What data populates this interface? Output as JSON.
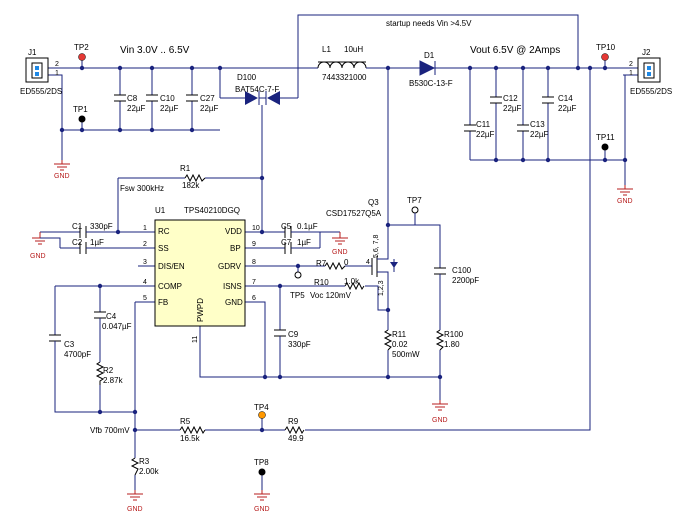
{
  "nets": {
    "vin_label": "Vin 3.0V .. 6.5V",
    "vout_label": "Vout 6.5V @ 2Amps",
    "startup_note": "startup needs Vin >4.5V",
    "fsw_label": "Fsw 300kHz",
    "vfb_label": "Vfb 700mV",
    "voc_label": "Voc 120mV"
  },
  "connectors": {
    "j1": {
      "ref": "J1",
      "part": "ED555/2DS",
      "pin1": "1",
      "pin2": "2"
    },
    "j2": {
      "ref": "J2",
      "part": "ED555/2DS",
      "pin1": "1",
      "pin2": "2"
    }
  },
  "testpoints": {
    "tp1": "TP1",
    "tp2": "TP2",
    "tp4": "TP4",
    "tp5": "TP5",
    "tp7": "TP7",
    "tp8": "TP8",
    "tp10": "TP10",
    "tp11": "TP11"
  },
  "inductor": {
    "ref": "L1",
    "value": "10uH",
    "part": "7443321000"
  },
  "diodes": {
    "d1": {
      "ref": "D1",
      "part": "B530C-13-F"
    },
    "d100": {
      "ref": "D100",
      "part": "BAT54C-7-F"
    }
  },
  "mosfet": {
    "ref": "Q3",
    "part": "CSD17527Q5A",
    "pins_drain": "5,6,\n7,8",
    "pin_gate": "4",
    "pins_source": "1,2,3"
  },
  "ic": {
    "ref": "U1",
    "part": "TPS40210DGQ",
    "pins_left": [
      {
        "num": "1",
        "name": "RC"
      },
      {
        "num": "2",
        "name": "SS"
      },
      {
        "num": "3",
        "name": "DIS/EN"
      },
      {
        "num": "4",
        "name": "COMP"
      },
      {
        "num": "5",
        "name": "FB"
      }
    ],
    "pins_right": [
      {
        "num": "10",
        "name": "VDD"
      },
      {
        "num": "9",
        "name": "BP"
      },
      {
        "num": "8",
        "name": "GDRV"
      },
      {
        "num": "7",
        "name": "ISNS"
      },
      {
        "num": "6",
        "name": "GND"
      }
    ],
    "pin_bottom": {
      "num": "11",
      "name": "PWPD"
    }
  },
  "capacitors": {
    "c1": {
      "ref": "C1",
      "value": "330pF"
    },
    "c2": {
      "ref": "C2",
      "value": "1µF"
    },
    "c3": {
      "ref": "C3",
      "value": "4700pF"
    },
    "c4": {
      "ref": "C4",
      "value": "0.047µF"
    },
    "c5": {
      "ref": "C5",
      "value": "0.1µF"
    },
    "c7": {
      "ref": "C7",
      "value": "1µF"
    },
    "c8": {
      "ref": "C8",
      "value": "22µF"
    },
    "c9": {
      "ref": "C9",
      "value": "330pF"
    },
    "c10": {
      "ref": "C10",
      "value": "22µF"
    },
    "c11": {
      "ref": "C11",
      "value": "22µF"
    },
    "c12": {
      "ref": "C12",
      "value": "22µF"
    },
    "c13": {
      "ref": "C13",
      "value": "22µF"
    },
    "c14": {
      "ref": "C14",
      "value": "22µF"
    },
    "c27": {
      "ref": "C27",
      "value": "22µF"
    },
    "c100": {
      "ref": "C100",
      "value": "2200pF"
    }
  },
  "resistors": {
    "r1": {
      "ref": "R1",
      "value": "182k"
    },
    "r2": {
      "ref": "R2",
      "value": "2.87k"
    },
    "r3": {
      "ref": "R3",
      "value": "2.00k"
    },
    "r5": {
      "ref": "R5",
      "value": "16.5k"
    },
    "r7": {
      "ref": "R7",
      "value": "0"
    },
    "r9": {
      "ref": "R9",
      "value": "49.9"
    },
    "r10": {
      "ref": "R10",
      "value": "1.0k"
    },
    "r11": {
      "ref": "R11",
      "value": "0.02",
      "rating": "500mW"
    },
    "r100": {
      "ref": "R100",
      "value": "1.80"
    }
  },
  "gnd_label": "GND",
  "colors": {
    "wire": "#1a237e",
    "ground": "#b71c1c",
    "ic_fill": "#ffffc8",
    "testpoint_red": "#e53935",
    "testpoint_orange": "#ff9800"
  }
}
